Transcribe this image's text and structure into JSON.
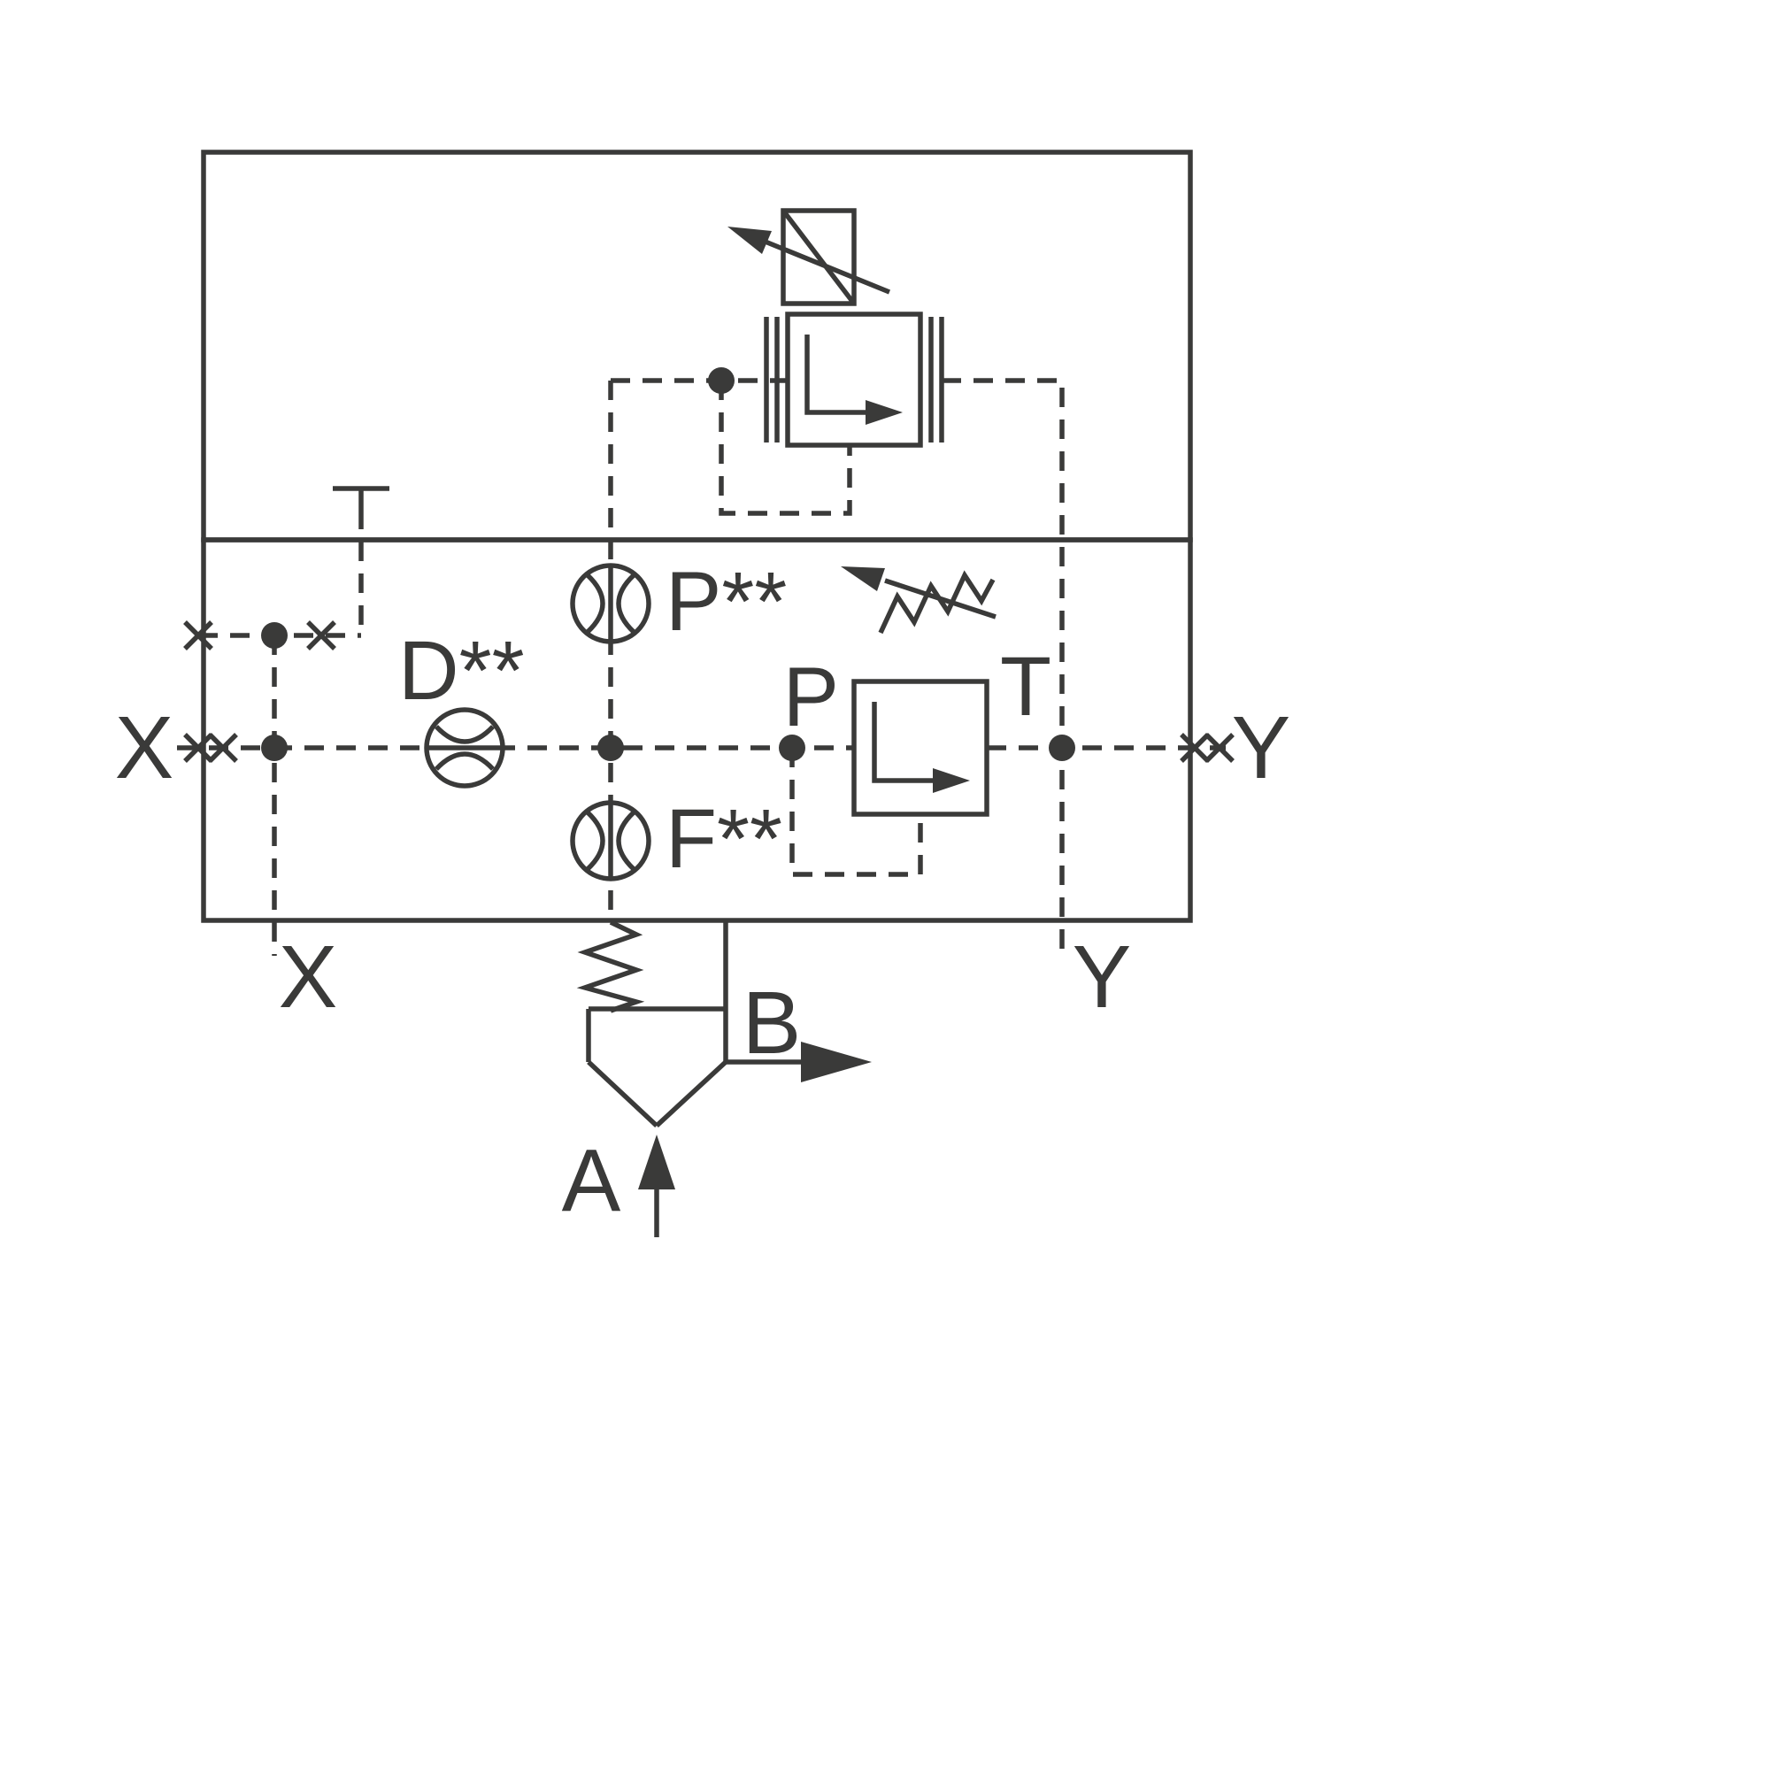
{
  "colors": {
    "line": "#3a3a39",
    "background": "#ffffff"
  },
  "labels": {
    "port_x_left": "X",
    "port_x_bottom": "X",
    "port_y_right": "Y",
    "port_y_bottom": "Y",
    "port_a": "A",
    "port_b": "B",
    "relief_p": "P",
    "relief_t": "T",
    "orifice_p": "P**",
    "orifice_d": "D**",
    "orifice_f": "F**"
  },
  "symbols": {
    "housing": "valve-block-housing",
    "adjustable_throttle": "adjustable-throttle-valve",
    "pilot_main_valve": "pilot-operated-main-stage-valve",
    "relief_valve": "adjustable-pressure-relief-valve",
    "orifice": "nozzle-orifice",
    "check_valve": "spring-loaded-check-cartridge",
    "tank_symbol": "tank-drain-port",
    "plug": "plugged-port-cross",
    "junction": "pilot-line-junction-dot"
  }
}
